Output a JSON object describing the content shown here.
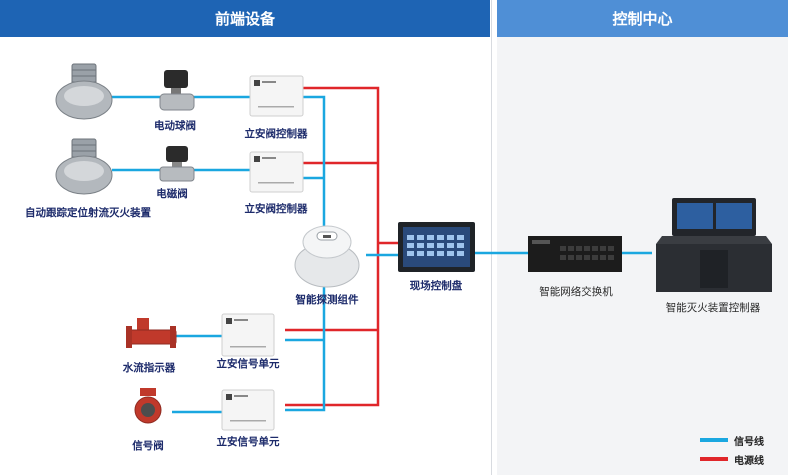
{
  "header": {
    "left_title": "前端设备",
    "right_title": "控制中心"
  },
  "labels": {
    "electric_valve": "电动球阀",
    "solenoid_valve": "电磁阀",
    "auto_tracker": "自动跟踪定位射流灭火装置",
    "valve_controller_1": "立安阀控制器",
    "valve_controller_2": "立安阀控制器",
    "detector": "智能探测组件",
    "flow_indicator": "水流指示器",
    "signal_valve": "信号阀",
    "signal_unit_1": "立安信号单元",
    "signal_unit_2": "立安信号单元",
    "field_panel": "现场控制盘",
    "switch": "智能网络交换机",
    "controller": "智能灭火装置控制器"
  },
  "legend": {
    "signal": "信号线",
    "power": "电源线"
  },
  "colors": {
    "signal": "#1aa7e0",
    "power": "#e0262a",
    "header_left": "#1e64b4",
    "header_right": "#4f8fd6"
  }
}
